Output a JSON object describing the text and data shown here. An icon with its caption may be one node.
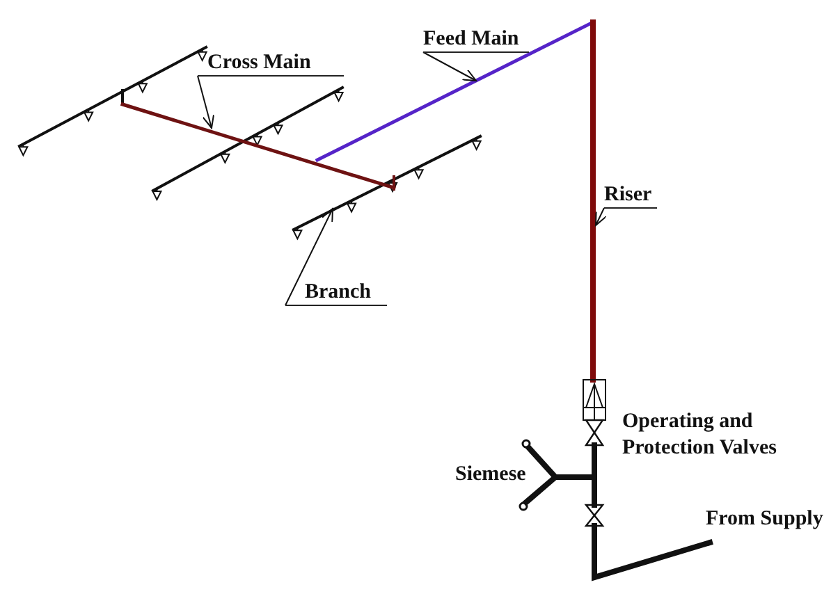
{
  "diagram": {
    "nodes": [
      {
        "text": [
          "Feed Main"
        ]
      },
      {
        "text": [
          "Cross Main"
        ]
      },
      {
        "text": [
          "Riser"
        ]
      },
      {
        "text": [
          "Branch"
        ]
      }
    ],
    "edges": [
      {
        "from": 0,
        "to": null,
        "arrow": "to"
      },
      {
        "from": 1,
        "to": null,
        "arrow": "to"
      },
      {
        "from": 2,
        "to": null,
        "arrow": "to"
      },
      {
        "from": 3,
        "to": null,
        "arrow": "to"
      }
    ],
    "labels": [
      "Operating and Protection Valves",
      "Siemese",
      "From Supply"
    ]
  }
}
